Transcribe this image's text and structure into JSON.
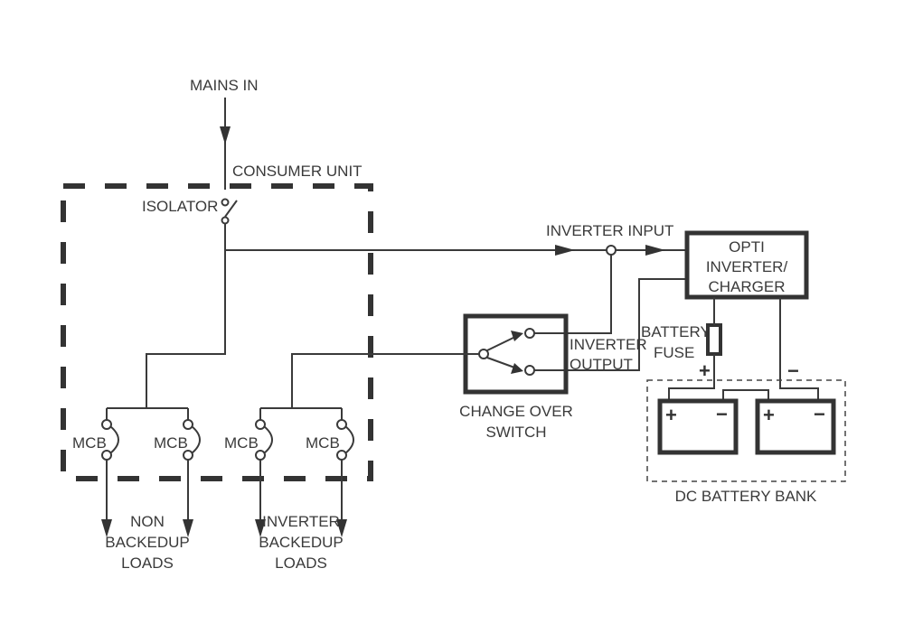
{
  "labels": {
    "mains_in": "MAINS IN",
    "consumer_unit": "CONSUMER UNIT",
    "isolator": "ISOLATOR",
    "inverter_input": "INVERTER INPUT",
    "inverter_charger": [
      "OPTI",
      "INVERTER/",
      "CHARGER"
    ],
    "battery_fuse": [
      "BATTERY",
      "FUSE"
    ],
    "inverter_output": [
      "INVERTER",
      "OUTPUT"
    ],
    "change_over_switch": [
      "CHANGE OVER",
      "SWITCH"
    ],
    "mcb": [
      "MCB",
      "MCB",
      "MCB",
      "MCB"
    ],
    "non_backed_up_loads": [
      "NON",
      "BACKEDUP",
      "LOADS"
    ],
    "inverter_backed_up_loads": [
      "INVERTER",
      "BACKEDUP",
      "LOADS"
    ],
    "dc_battery_bank": "DC BATTERY BANK",
    "plus": "+",
    "minus": "−"
  },
  "colors": {
    "line": "#3a3a3a",
    "background": "#ffffff"
  }
}
